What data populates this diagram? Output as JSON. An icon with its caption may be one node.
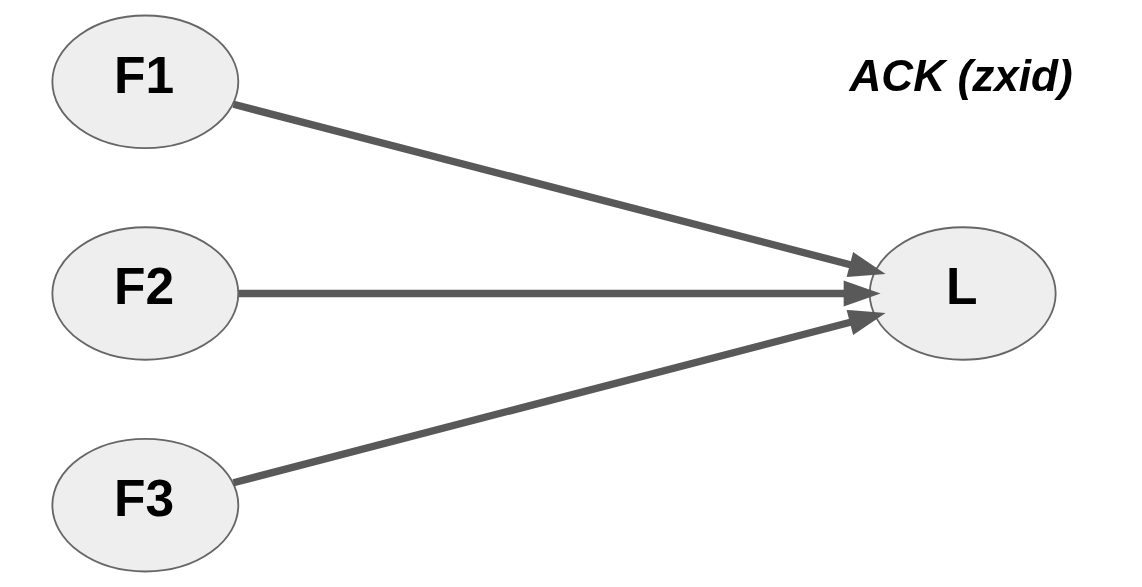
{
  "diagram": {
    "nodes": [
      {
        "text": [
          "F1"
        ]
      },
      {
        "text": [
          "F2"
        ]
      },
      {
        "text": [
          "F3"
        ]
      },
      {
        "text": [
          "L"
        ]
      }
    ],
    "edges": [
      {
        "from": 0,
        "to": 3,
        "arrow": "to"
      },
      {
        "from": 1,
        "to": 3,
        "arrow": "to"
      },
      {
        "from": 2,
        "to": 3,
        "arrow": "to"
      }
    ],
    "labels": [
      "ACK (zxid)"
    ]
  }
}
